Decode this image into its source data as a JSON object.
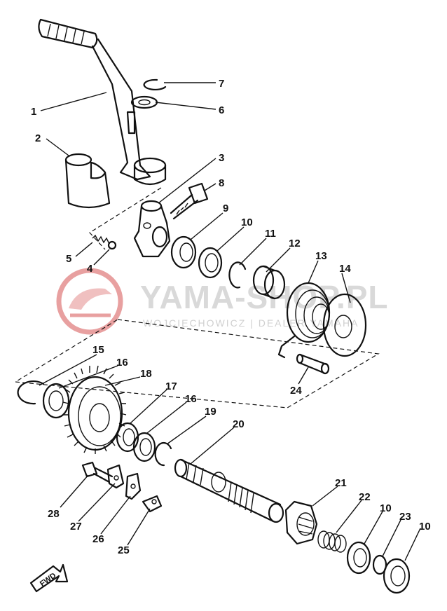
{
  "watermark": {
    "title": "YAMA-SHOP.PL",
    "subtitle": "WOJCIECHOWICZ | DEALER YAMAHA"
  },
  "direction_marker": "FWD",
  "part_labels": {
    "p1": "1",
    "p2": "2",
    "p3": "3",
    "p4": "4",
    "p5": "5",
    "p6": "6",
    "p7": "7",
    "p8": "8",
    "p9": "9",
    "p10a": "10",
    "p11": "11",
    "p12": "12",
    "p13": "13",
    "p14": "14",
    "p15": "15",
    "p16a": "16",
    "p16b": "16",
    "p17": "17",
    "p18": "18",
    "p19": "19",
    "p20": "20",
    "p21": "21",
    "p22": "22",
    "p10b": "10",
    "p23": "23",
    "p10c": "10",
    "p24": "24",
    "p25": "25",
    "p26": "26",
    "p27": "27",
    "p28": "28"
  },
  "colors": {
    "ink": "#111111",
    "watermark_logo": "#e8a0a0",
    "watermark_text": "#d9d9d9"
  }
}
